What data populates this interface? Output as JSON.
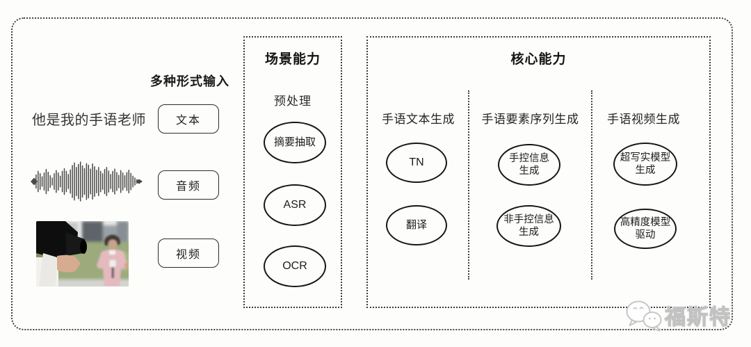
{
  "colors": {
    "border": "#3f3f3f",
    "text": "#1f1f1f",
    "background": "#fdfdfc",
    "node_stroke": "#161616",
    "watermark": "#c2c2c2"
  },
  "input_section": {
    "label": "多种形式输入",
    "sample_text": "他是我的手语老师",
    "items": [
      {
        "label": "文本",
        "icon": "text-sample"
      },
      {
        "label": "音频",
        "icon": "audio-waveform-icon"
      },
      {
        "label": "视频",
        "icon": "reporter-photo-thumbnail"
      }
    ]
  },
  "scene_box": {
    "title": "场景能力",
    "subtitle": "预处理",
    "nodes": [
      "摘要抽取",
      "ASR",
      "OCR"
    ]
  },
  "core_box": {
    "title": "核心能力",
    "columns": [
      {
        "header": "手语文本生成",
        "nodes": [
          "TN",
          "翻译"
        ]
      },
      {
        "header": "手语要素序列生成",
        "nodes": [
          "手控信息\n生成",
          "非手控信息\n生成"
        ]
      },
      {
        "header": "手语视频生成",
        "nodes": [
          "超写实模型\n生成",
          "高精度模型\n驱动"
        ]
      }
    ]
  },
  "watermark": {
    "text": "福斯特",
    "icon": "chat-bubbles-icon"
  }
}
